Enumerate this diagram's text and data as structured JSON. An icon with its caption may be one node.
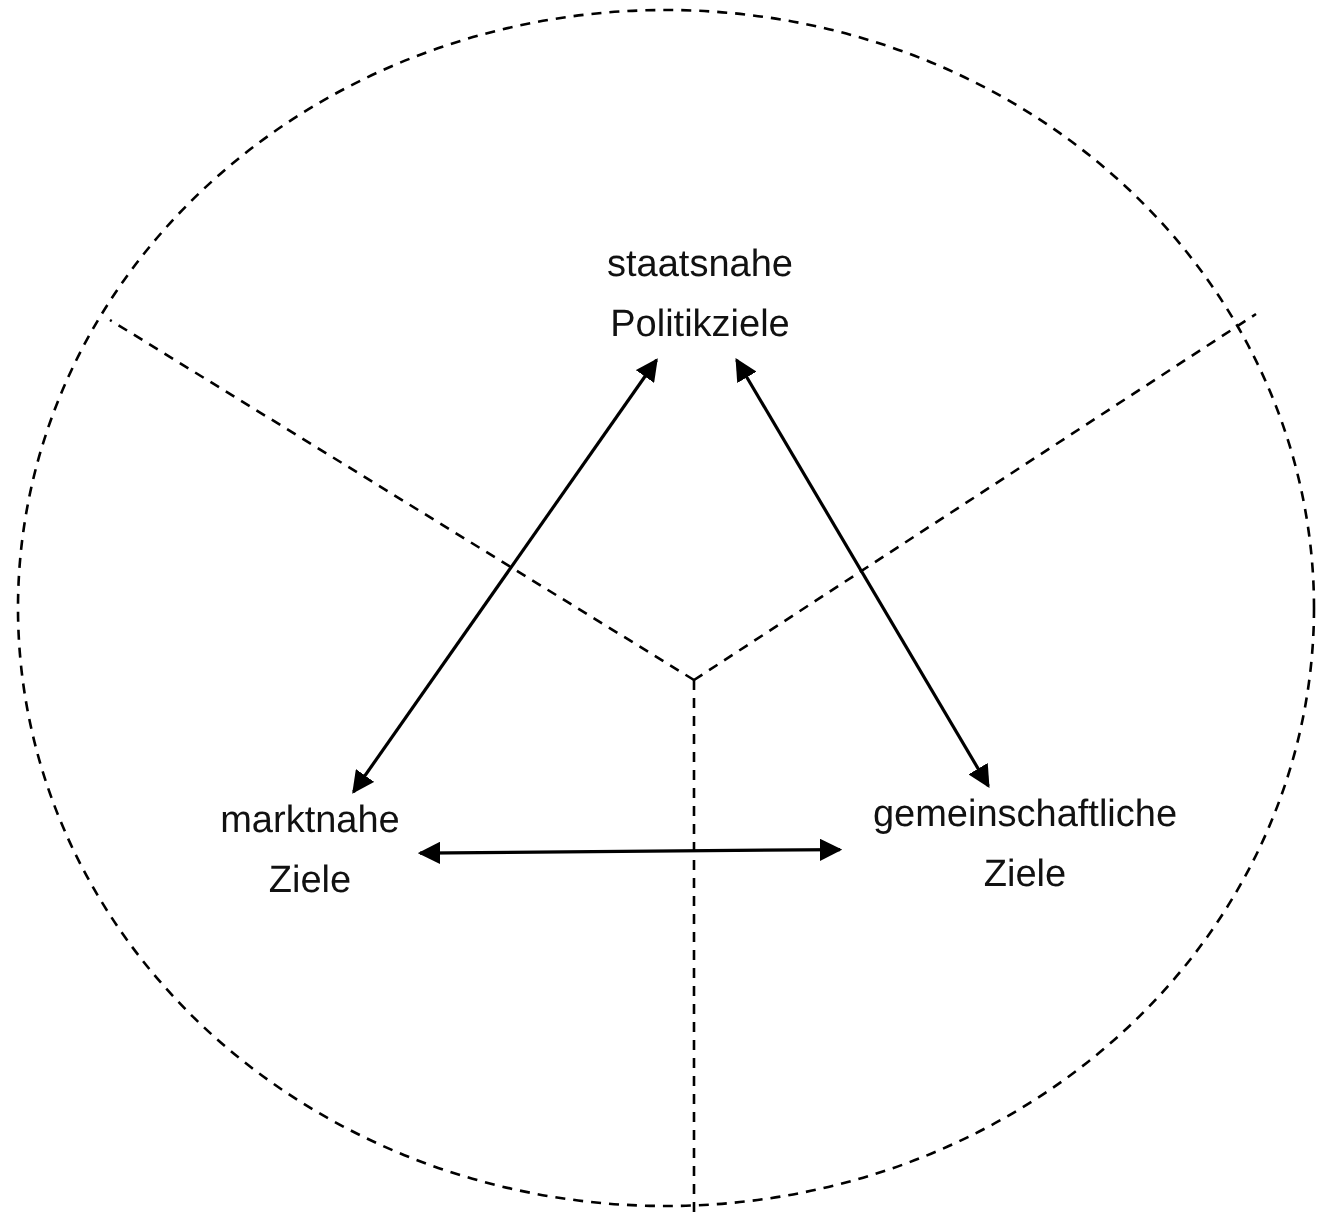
{
  "diagram": {
    "nodes": [
      {
        "text": [],
        "shape": "circle"
      },
      {
        "text": [
          "staatsnahe Politikziele"
        ],
        "in": 0
      },
      {
        "text": [
          "marktnahe Ziele"
        ],
        "in": 0
      },
      {
        "text": [
          "gemeinschaftliche Ziele"
        ],
        "in": 0
      }
    ],
    "edges": [
      {
        "from": 1,
        "to": 2,
        "arrow": "both"
      },
      {
        "from": 1,
        "to": 3,
        "arrow": "both"
      },
      {
        "from": 2,
        "to": 3,
        "arrow": "both"
      }
    ]
  }
}
